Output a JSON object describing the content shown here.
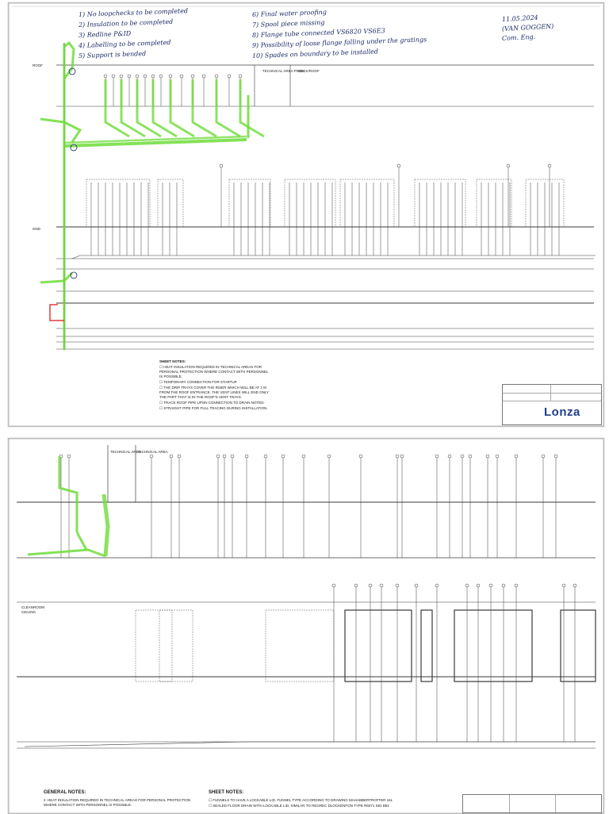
{
  "handwritten_notes": {
    "left": [
      "1) No loopchecks to be completed",
      "2) Insulation to be completed",
      "3) Redline P&ID",
      "4) Labelling to be completed",
      "5) Support is bended"
    ],
    "right": [
      "6) Final water proofing",
      "7) Spool piece missing",
      "8) Flange tube connected VS6820 VS6E3",
      "9) Possibility of loose flange falling under the gratings",
      "10) Spades on boundary to be installed"
    ],
    "signature": [
      "11.05.2024",
      "(VAN GOGGEN)",
      "Com. Eng."
    ]
  },
  "sheet1": {
    "sheet_notes_title": "SHEET NOTES:",
    "sheet_notes": [
      "☐ HEAT INSULATION REQUIRED IN TECHNICAL AREAS FOR PERSONAL PROTECTION WHERE CONTACT WITH PERSONNEL IS POSSIBLE.",
      "☐ TEMPORARY CONNECTION FOR STARTUP.",
      "☐ THE DRIP TRAYS COVER THE RISER WHICH WILL BE AT 1 M FROM THE ROOF ENTRANCE. THE VENT LINES WILL END ONLY THE PART THAT IS IN THE ROOF'S VENT TRAYS.",
      "☐ TRACE ROOF PIPE UPON CONNECTION TO DRAIN NOTED.",
      "☐ STRAIGHT PIPE FOR FULL TRACING DURING INSTALLATION."
    ],
    "area_labels": [
      "TECHNICAL AREA FROM",
      "DECK/ROOF",
      "ROOF",
      "GND"
    ],
    "logo": "Lonza"
  },
  "sheet2": {
    "area_labels": [
      "TECHNICAL AREA",
      "TECHNICAL AREA",
      "CLEANROOM",
      "CEILING"
    ],
    "general_notes_title": "GENERAL NOTES:",
    "general_notes": [
      "2. HEAT INSULATION REQUIRED IN TECHNICAL AREAS FOR PERSONAL PROTECTION",
      "WHERE CONTACT WITH PERSONNEL IS POSSIBLE."
    ],
    "sheet_notes_title": "SHEET NOTES:",
    "sheet_notes": [
      "☐ FUNNELS TO HAVE A LOCKABLE LID. FUNNEL TYPE ACCORDING TO DRAWING MAHABBERTROFTER 16L",
      "☐ SEALED FLOOR DRAIN WITH LOCKABLE LID, SIMILAR TO REGREC DLOCKENFON TYPE R6071 S81 B81"
    ]
  },
  "colors": {
    "redline": "#6fdc3a",
    "ink": "#1c2a66",
    "drawing": "#3a3a3a",
    "red_markup": "#e23b3b",
    "logo": "#1e3f8a"
  }
}
